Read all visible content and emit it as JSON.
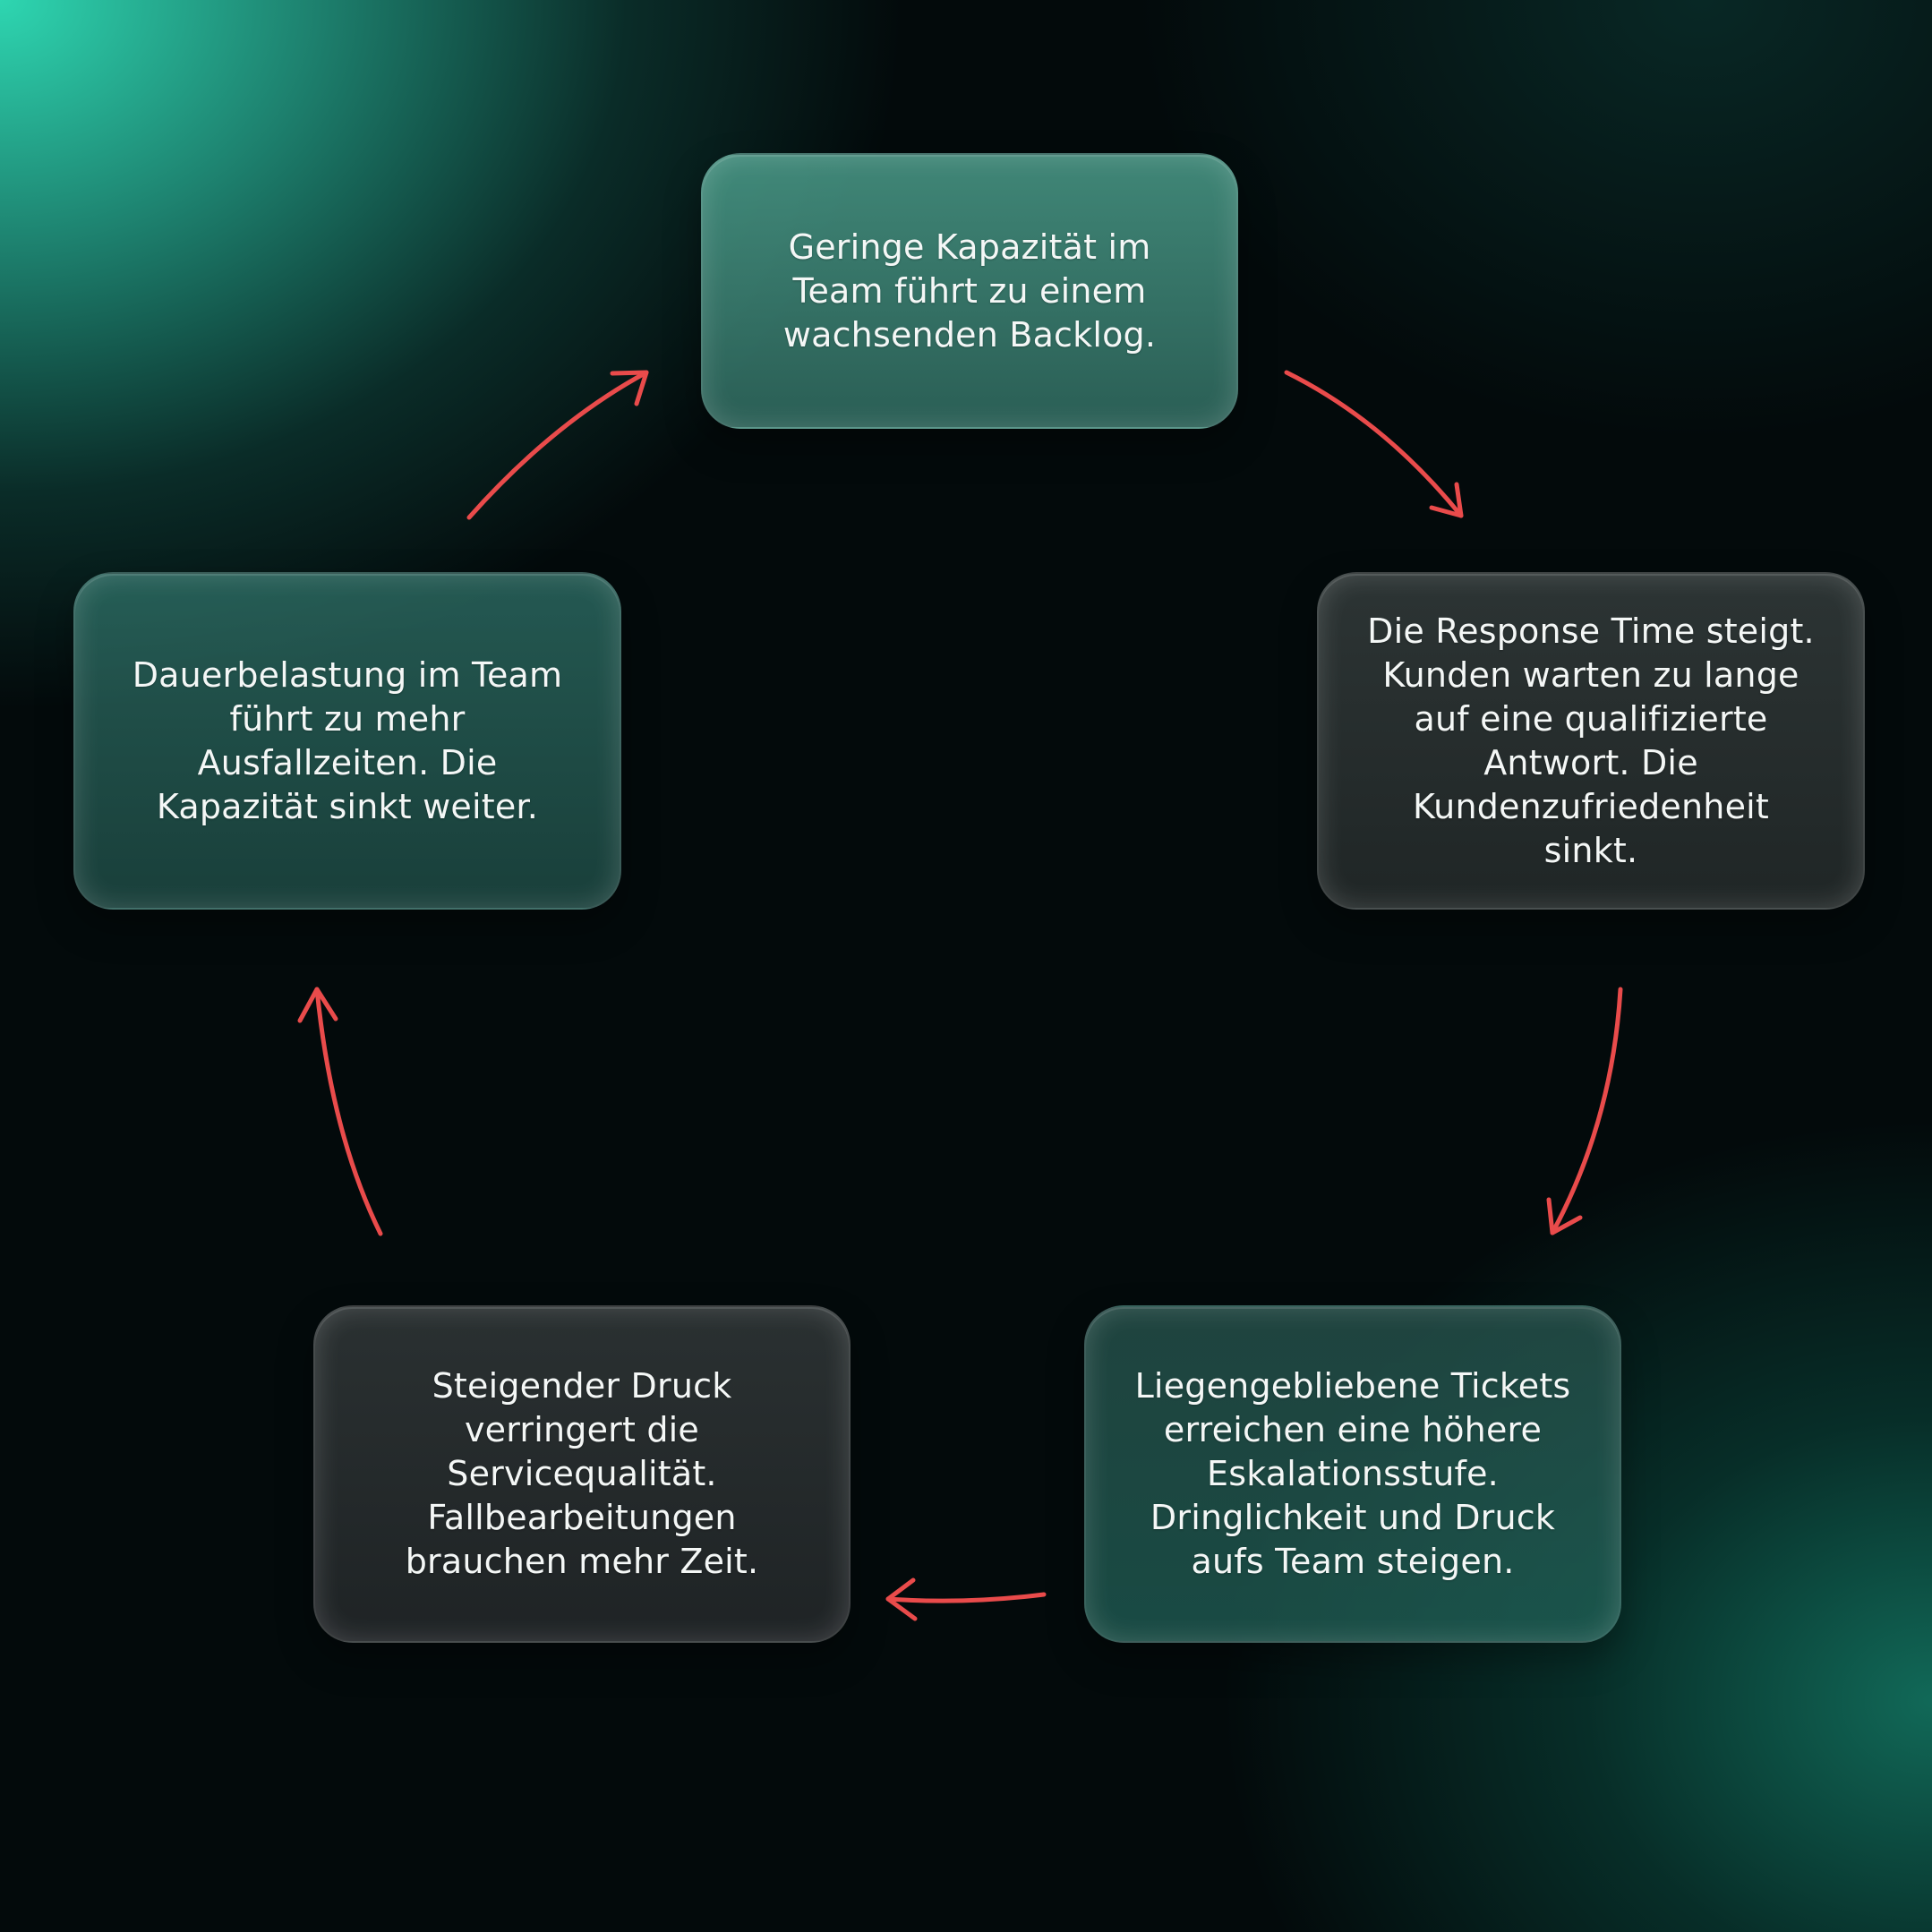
{
  "diagram": {
    "type": "cycle",
    "colors": {
      "arrow": "#e94b4b",
      "text": "#f4f7f6",
      "accent_teal": "#2ed6b1",
      "background_dark": "#030a0b"
    },
    "steps": [
      {
        "id": "top",
        "text": "Geringe Kapazität im\nTeam führt zu einem\nwachsenden Backlog."
      },
      {
        "id": "right",
        "text": "Die Response Time steigt.\nKunden warten zu lange\nauf eine qualifizierte\nAntwort. Die\nKundenzufriedenheit\nsinkt."
      },
      {
        "id": "bottom_right",
        "text": "Liegengebliebene Tickets\nerreichen eine höhere\nEskalationsstufe.\nDringlichkeit und Druck\naufs Team steigen."
      },
      {
        "id": "bottom_left",
        "text": "Steigender Druck\nverringert die\nServicequalität.\nFallbearbeitungen\nbrauchen mehr Zeit."
      },
      {
        "id": "left",
        "text": "Dauerbelastung im Team\nführt zu mehr\nAusfallzeiten. Die\nKapazität sinkt weiter."
      }
    ],
    "connections": [
      {
        "from": "top",
        "to": "right"
      },
      {
        "from": "right",
        "to": "bottom_right"
      },
      {
        "from": "bottom_right",
        "to": "bottom_left"
      },
      {
        "from": "bottom_left",
        "to": "left"
      },
      {
        "from": "left",
        "to": "top"
      }
    ]
  }
}
